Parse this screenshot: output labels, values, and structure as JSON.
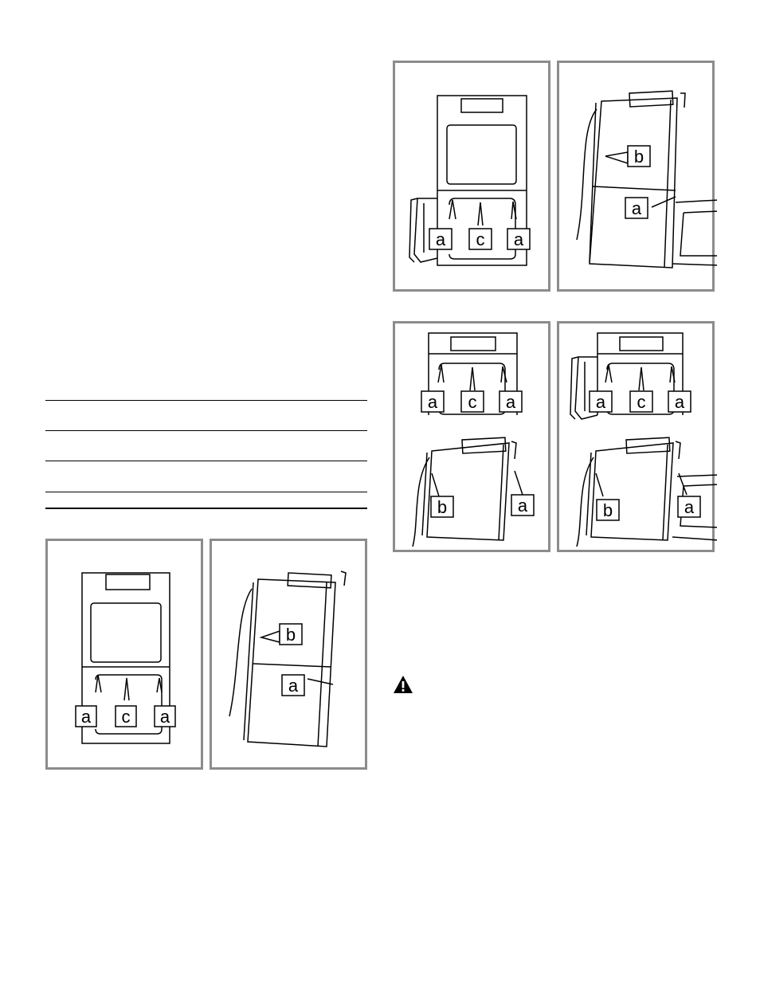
{
  "labels": {
    "a": "a",
    "b": "b",
    "c": "c"
  },
  "icons": {
    "warning": "warning-triangle-icon"
  },
  "colors": {
    "panel_border": "#8c8c8c",
    "line": "#000000"
  }
}
